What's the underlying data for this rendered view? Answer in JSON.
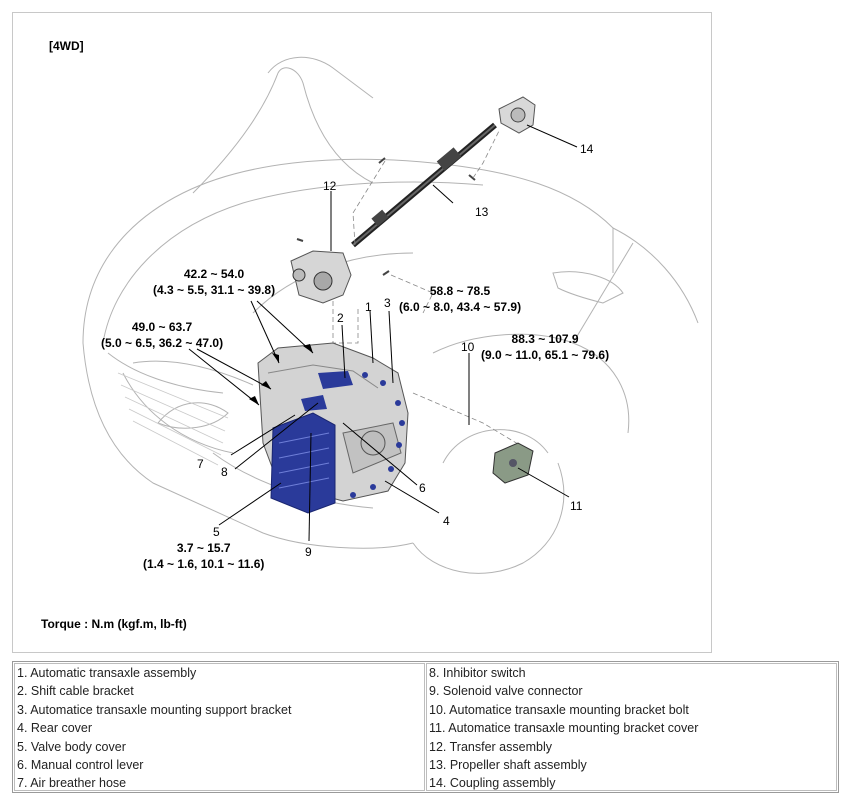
{
  "header": "[4WD]",
  "torque_unit_label": "Torque : N.m (kgf.m, lb-ft)",
  "torque_specs": [
    {
      "line1": "42.2 ~ 54.0",
      "line2": "(4.3 ~ 5.5, 31.1 ~ 39.8)"
    },
    {
      "line1": "49.0 ~ 63.7",
      "line2": "(5.0 ~ 6.5, 36.2 ~ 47.0)"
    },
    {
      "line1": "58.8 ~ 78.5",
      "line2": "(6.0 ~ 8.0, 43.4 ~ 57.9)"
    },
    {
      "line1": "88.3 ~ 107.9",
      "line2": "(9.0 ~ 11.0, 65.1 ~ 79.6)"
    },
    {
      "line1": "3.7 ~ 15.7",
      "line2": "(1.4 ~ 1.6, 10.1 ~ 11.6)"
    }
  ],
  "callouts": [
    "1",
    "2",
    "3",
    "4",
    "5",
    "6",
    "7",
    "8",
    "9",
    "10",
    "11",
    "12",
    "13",
    "14"
  ],
  "legend": {
    "left": [
      "1. Automatic transaxle assembly",
      "2. Shift cable bracket",
      "3. Automatice transaxle mounting support bracket",
      "4. Rear cover",
      "5. Valve body cover",
      "6. Manual control lever",
      "7. Air breather hose"
    ],
    "right": [
      "8. Inhibitor switch",
      "9. Solenoid valve connector",
      "10. Automatice transaxle mounting bracket bolt",
      "11. Automatice transaxle mounting bracket cover",
      "12. Transfer assembly",
      "13. Propeller shaft assembly",
      "14. Coupling assembly"
    ]
  },
  "colors": {
    "highlight": "#2a3a9a",
    "line": "#9a9a9a",
    "part": "#c4c4c4"
  }
}
